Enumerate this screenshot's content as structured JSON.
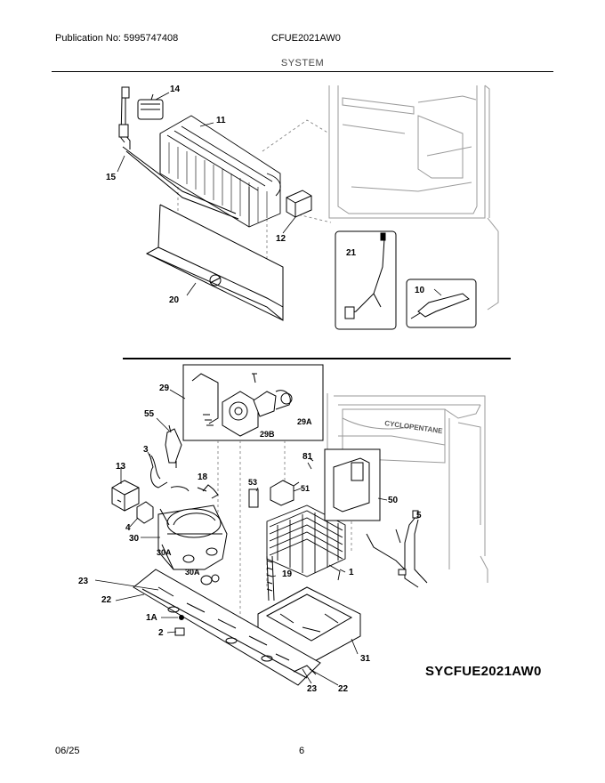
{
  "header": {
    "publication": "Publication No: 5995747408",
    "model": "CFUE2021AW0",
    "section": "SYSTEM"
  },
  "diagram": {
    "code": "SYCFUE2021AW0",
    "cabinet_text": "CYCLOPENTANE",
    "callouts": [
      "14",
      "11",
      "15",
      "12",
      "21",
      "10",
      "20",
      "29",
      "55",
      "29A",
      "29B",
      "3",
      "81",
      "13",
      "18",
      "53",
      "51",
      "50",
      "4",
      "5",
      "30",
      "19",
      "30A",
      "30A",
      "1",
      "23",
      "22",
      "1A",
      "2",
      "31",
      "23",
      "22"
    ]
  },
  "footer": {
    "date": "06/25",
    "page": "6"
  }
}
